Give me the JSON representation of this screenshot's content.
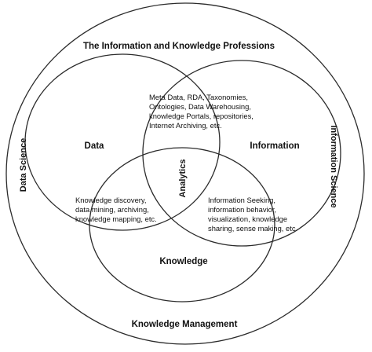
{
  "outer_title": "The Information and Knowledge Professions",
  "bottom_label": "Knowledge Management",
  "left_label": "Data Science",
  "right_label": "Information Science",
  "circles": {
    "data": "Data",
    "information": "Information",
    "knowledge": "Knowledge"
  },
  "center_label": "Analytics",
  "overlaps": {
    "data_information": [
      "Meta Data, RDA, Taxonomies,",
      "Ontologies, Data Warehousing,",
      "knowledge Portals, repositories,",
      "Internet Archiving, etc."
    ],
    "data_knowledge": [
      "Knowledge discovery,",
      "data mining, archiving,",
      "knowledge mapping, etc."
    ],
    "information_knowledge": [
      "Information Seeking,",
      "information behavior,",
      "visualization, knowledge",
      "sharing, sense making, etc."
    ]
  },
  "colors": {
    "stroke": "#2b2b2b",
    "text": "#111111",
    "background": "#ffffff"
  }
}
